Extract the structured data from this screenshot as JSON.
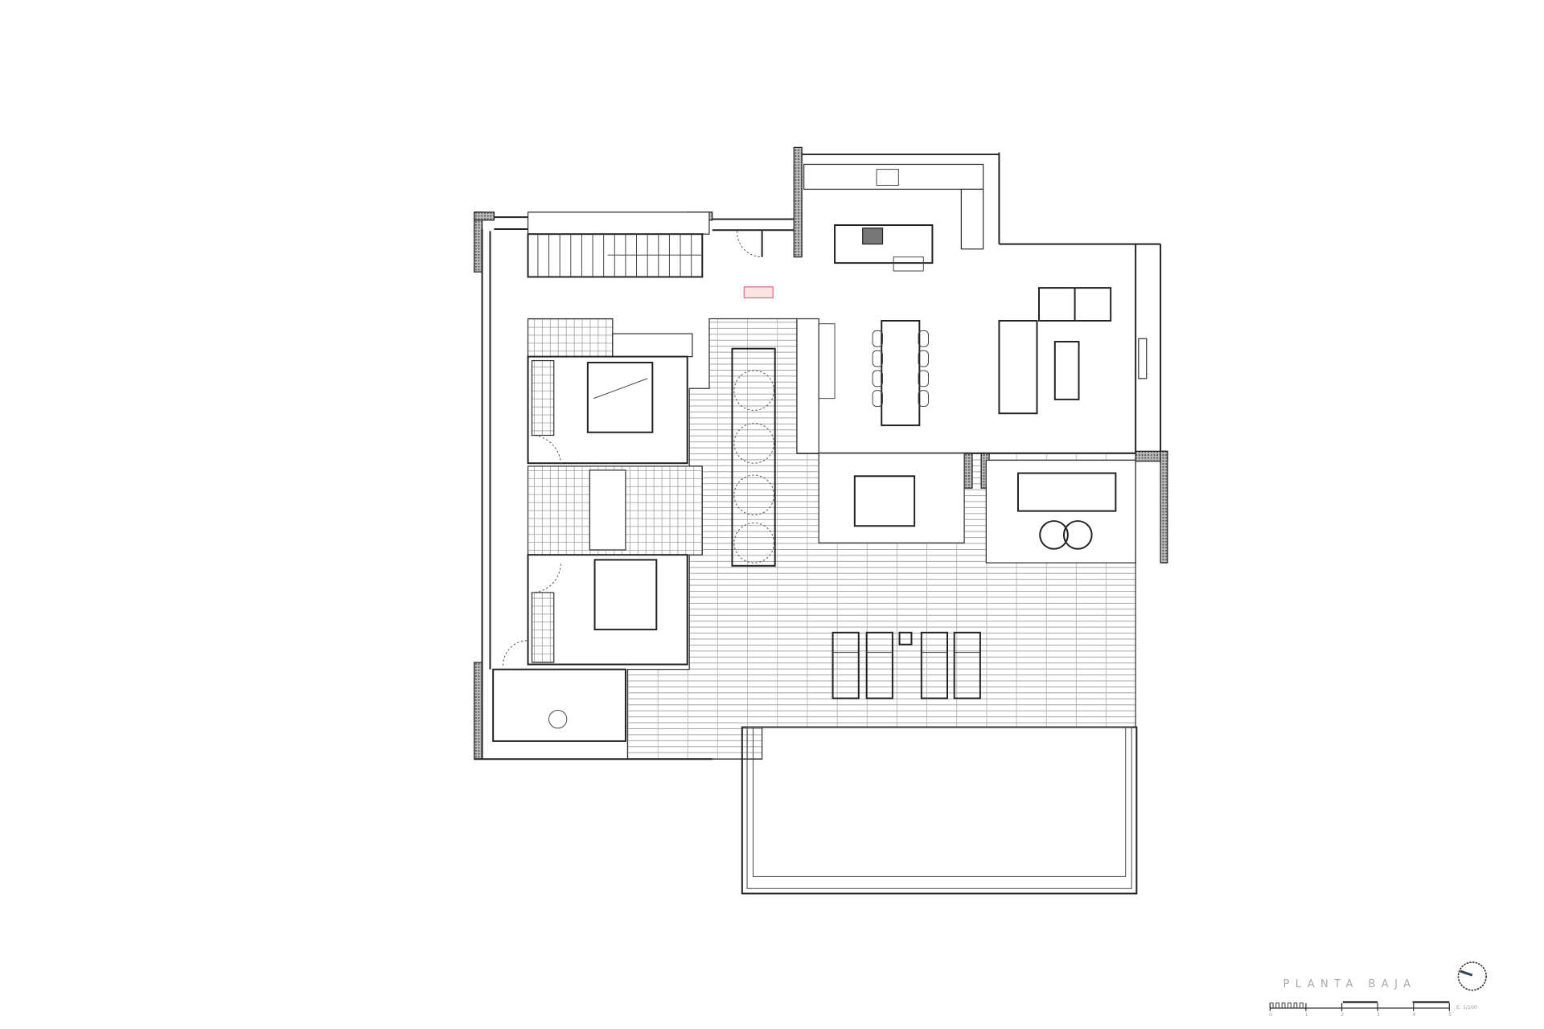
{
  "drawing": {
    "title": "PLANTA BAJA",
    "scale_label": "E: 1/100",
    "scale_ticks": [
      "0",
      "1",
      "2",
      "3",
      "4",
      "5"
    ],
    "north_arrow_icon": "north-arrow-icon",
    "level_marker_color": "#e07080"
  }
}
